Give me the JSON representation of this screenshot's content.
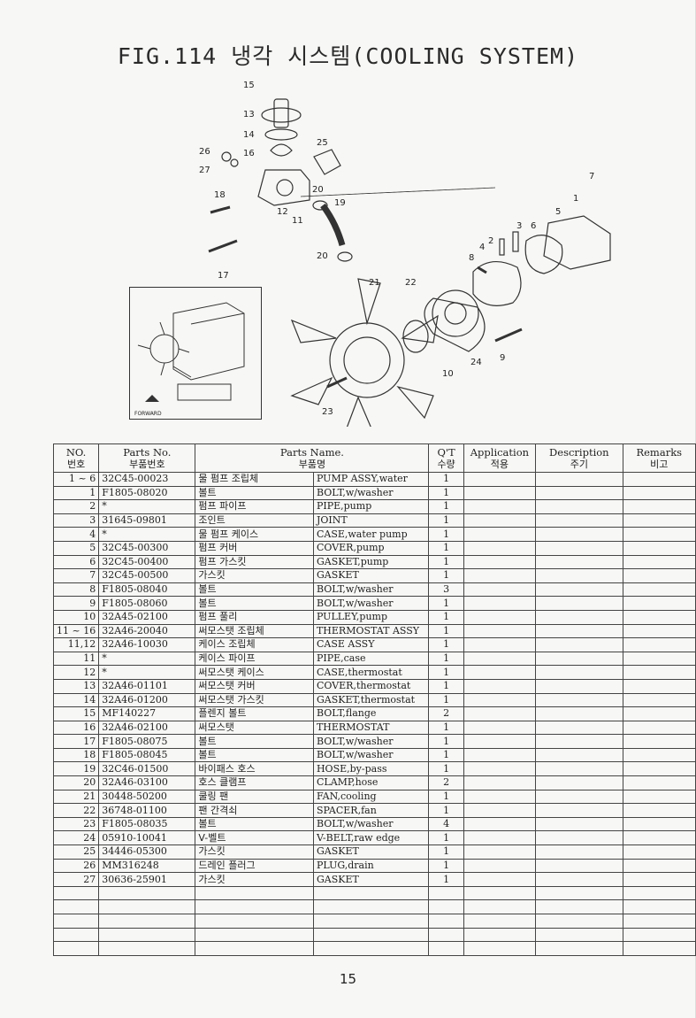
{
  "title": "FIG.114 냉각 시스템(COOLING SYSTEM)",
  "page_number": "15",
  "inset_label": "FORWARD",
  "callouts": [
    "15",
    "13",
    "14",
    "16",
    "25",
    "26",
    "27",
    "18",
    "12",
    "11",
    "20",
    "19",
    "20",
    "17",
    "7",
    "1",
    "3",
    "6",
    "5",
    "2",
    "4",
    "8",
    "21",
    "22",
    "10",
    "24",
    "9",
    "23"
  ],
  "table": {
    "headers": {
      "no": "NO.",
      "no_kr": "번호",
      "parts_no": "Parts No.",
      "parts_no_kr": "부품번호",
      "parts_name": "Parts Name.",
      "parts_name_kr": "부품명",
      "qty": "Q'T",
      "qty_kr": "수량",
      "application": "Application",
      "application_kr": "적용",
      "description": "Description",
      "description_kr": "주기",
      "remarks": "Remarks",
      "remarks_kr": "비고"
    },
    "rows": [
      {
        "no": "1 ~ 6",
        "part_no": "32C45-00023",
        "name_kr": "물 펌프 조립체",
        "name_en": "PUMP ASSY,water",
        "qty": "1"
      },
      {
        "no": "1",
        "part_no": "F1805-08020",
        "name_kr": "볼트",
        "name_en": "BOLT,w/washer",
        "qty": "1"
      },
      {
        "no": "2",
        "part_no": "*",
        "name_kr": "펌프 파이프",
        "name_en": "PIPE,pump",
        "qty": "1"
      },
      {
        "no": "3",
        "part_no": "31645-09801",
        "name_kr": "조인트",
        "name_en": "JOINT",
        "qty": "1"
      },
      {
        "no": "4",
        "part_no": "*",
        "name_kr": "물 펌프 케이스",
        "name_en": "CASE,water pump",
        "qty": "1"
      },
      {
        "no": "5",
        "part_no": "32C45-00300",
        "name_kr": "펌프 커버",
        "name_en": "COVER,pump",
        "qty": "1"
      },
      {
        "no": "6",
        "part_no": "32C45-00400",
        "name_kr": "펌프 가스킷",
        "name_en": "GASKET,pump",
        "qty": "1"
      },
      {
        "no": "7",
        "part_no": "32C45-00500",
        "name_kr": "가스킷",
        "name_en": "GASKET",
        "qty": "1"
      },
      {
        "no": "8",
        "part_no": "F1805-08040",
        "name_kr": "볼트",
        "name_en": "BOLT,w/washer",
        "qty": "3"
      },
      {
        "no": "9",
        "part_no": "F1805-08060",
        "name_kr": "볼트",
        "name_en": "BOLT,w/washer",
        "qty": "1"
      },
      {
        "no": "10",
        "part_no": "32A45-02100",
        "name_kr": "펌프 풀리",
        "name_en": "PULLEY,pump",
        "qty": "1"
      },
      {
        "no": "11 ~ 16",
        "part_no": "32A46-20040",
        "name_kr": "써모스탯 조립체",
        "name_en": "THERMOSTAT ASSY",
        "qty": "1"
      },
      {
        "no": "11,12",
        "part_no": "32A46-10030",
        "name_kr": "케이스 조립체",
        "name_en": "CASE ASSY",
        "qty": "1"
      },
      {
        "no": "11",
        "part_no": "*",
        "name_kr": "케이스 파이프",
        "name_en": "PIPE,case",
        "qty": "1"
      },
      {
        "no": "12",
        "part_no": "*",
        "name_kr": "써모스탯 케이스",
        "name_en": "CASE,thermostat",
        "qty": "1"
      },
      {
        "no": "13",
        "part_no": "32A46-01101",
        "name_kr": "써모스탯 커버",
        "name_en": "COVER,thermostat",
        "qty": "1"
      },
      {
        "no": "14",
        "part_no": "32A46-01200",
        "name_kr": "써모스탯 가스킷",
        "name_en": "GASKET,thermostat",
        "qty": "1"
      },
      {
        "no": "15",
        "part_no": "MF140227",
        "name_kr": "플렌지 볼트",
        "name_en": "BOLT,flange",
        "qty": "2"
      },
      {
        "no": "16",
        "part_no": "32A46-02100",
        "name_kr": "써모스탯",
        "name_en": "THERMOSTAT",
        "qty": "1"
      },
      {
        "no": "17",
        "part_no": "F1805-08075",
        "name_kr": "볼트",
        "name_en": "BOLT,w/washer",
        "qty": "1"
      },
      {
        "no": "18",
        "part_no": "F1805-08045",
        "name_kr": "볼트",
        "name_en": "BOLT,w/washer",
        "qty": "1"
      },
      {
        "no": "19",
        "part_no": "32C46-01500",
        "name_kr": "바이패스 호스",
        "name_en": "HOSE,by-pass",
        "qty": "1"
      },
      {
        "no": "20",
        "part_no": "32A46-03100",
        "name_kr": "호스 클램프",
        "name_en": "CLAMP,hose",
        "qty": "2"
      },
      {
        "no": "21",
        "part_no": "30448-50200",
        "name_kr": "쿨링 팬",
        "name_en": "FAN,cooling",
        "qty": "1"
      },
      {
        "no": "22",
        "part_no": "36748-01100",
        "name_kr": "팬 간격쇠",
        "name_en": "SPACER,fan",
        "qty": "1"
      },
      {
        "no": "23",
        "part_no": "F1805-08035",
        "name_kr": "볼트",
        "name_en": "BOLT,w/washer",
        "qty": "4"
      },
      {
        "no": "24",
        "part_no": "05910-10041",
        "name_kr": "V-벨트",
        "name_en": "V-BELT,raw edge",
        "qty": "1"
      },
      {
        "no": "25",
        "part_no": "34446-05300",
        "name_kr": "가스킷",
        "name_en": "GASKET",
        "qty": "1"
      },
      {
        "no": "26",
        "part_no": "MM316248",
        "name_kr": "드레인 플러그",
        "name_en": "PLUG,drain",
        "qty": "1"
      },
      {
        "no": "27",
        "part_no": "30636-25901",
        "name_kr": "가스킷",
        "name_en": "GASKET",
        "qty": "1"
      }
    ],
    "empty_rows": 5
  }
}
